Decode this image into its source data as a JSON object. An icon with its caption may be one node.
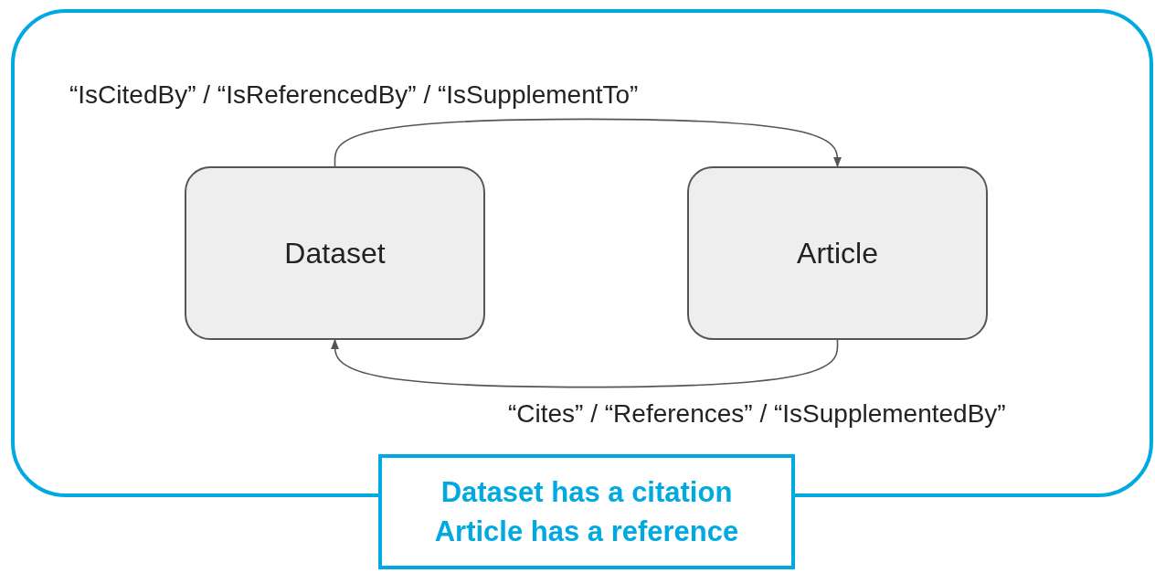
{
  "diagram": {
    "nodes": [
      {
        "text": [],
        "shape": "box"
      },
      {
        "text": [
          "Dataset"
        ],
        "in": 0
      },
      {
        "text": [
          "Article"
        ],
        "in": 0
      },
      {
        "text": [
          "Dataset has a citation Article has a reference"
        ]
      }
    ],
    "edges": [
      {
        "from": 1,
        "to": 2,
        "arrow": "to",
        "label": "“IsCitedBy” / “IsReferencedBy” / “IsSupplementTo”"
      },
      {
        "from": 2,
        "to": 1,
        "arrow": "to",
        "label": "“Cites” / “References” / “IsSupplementedBy”"
      }
    ]
  }
}
